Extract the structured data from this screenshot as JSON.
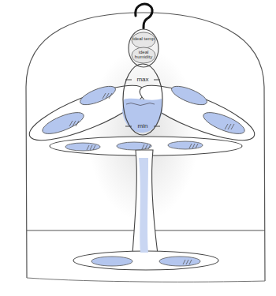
{
  "diagram": {
    "nodes": [
      {
        "text": [
          "ideal temp",
          "ideal humidity"
        ]
      },
      {
        "text": [
          "max",
          "min"
        ]
      }
    ]
  }
}
